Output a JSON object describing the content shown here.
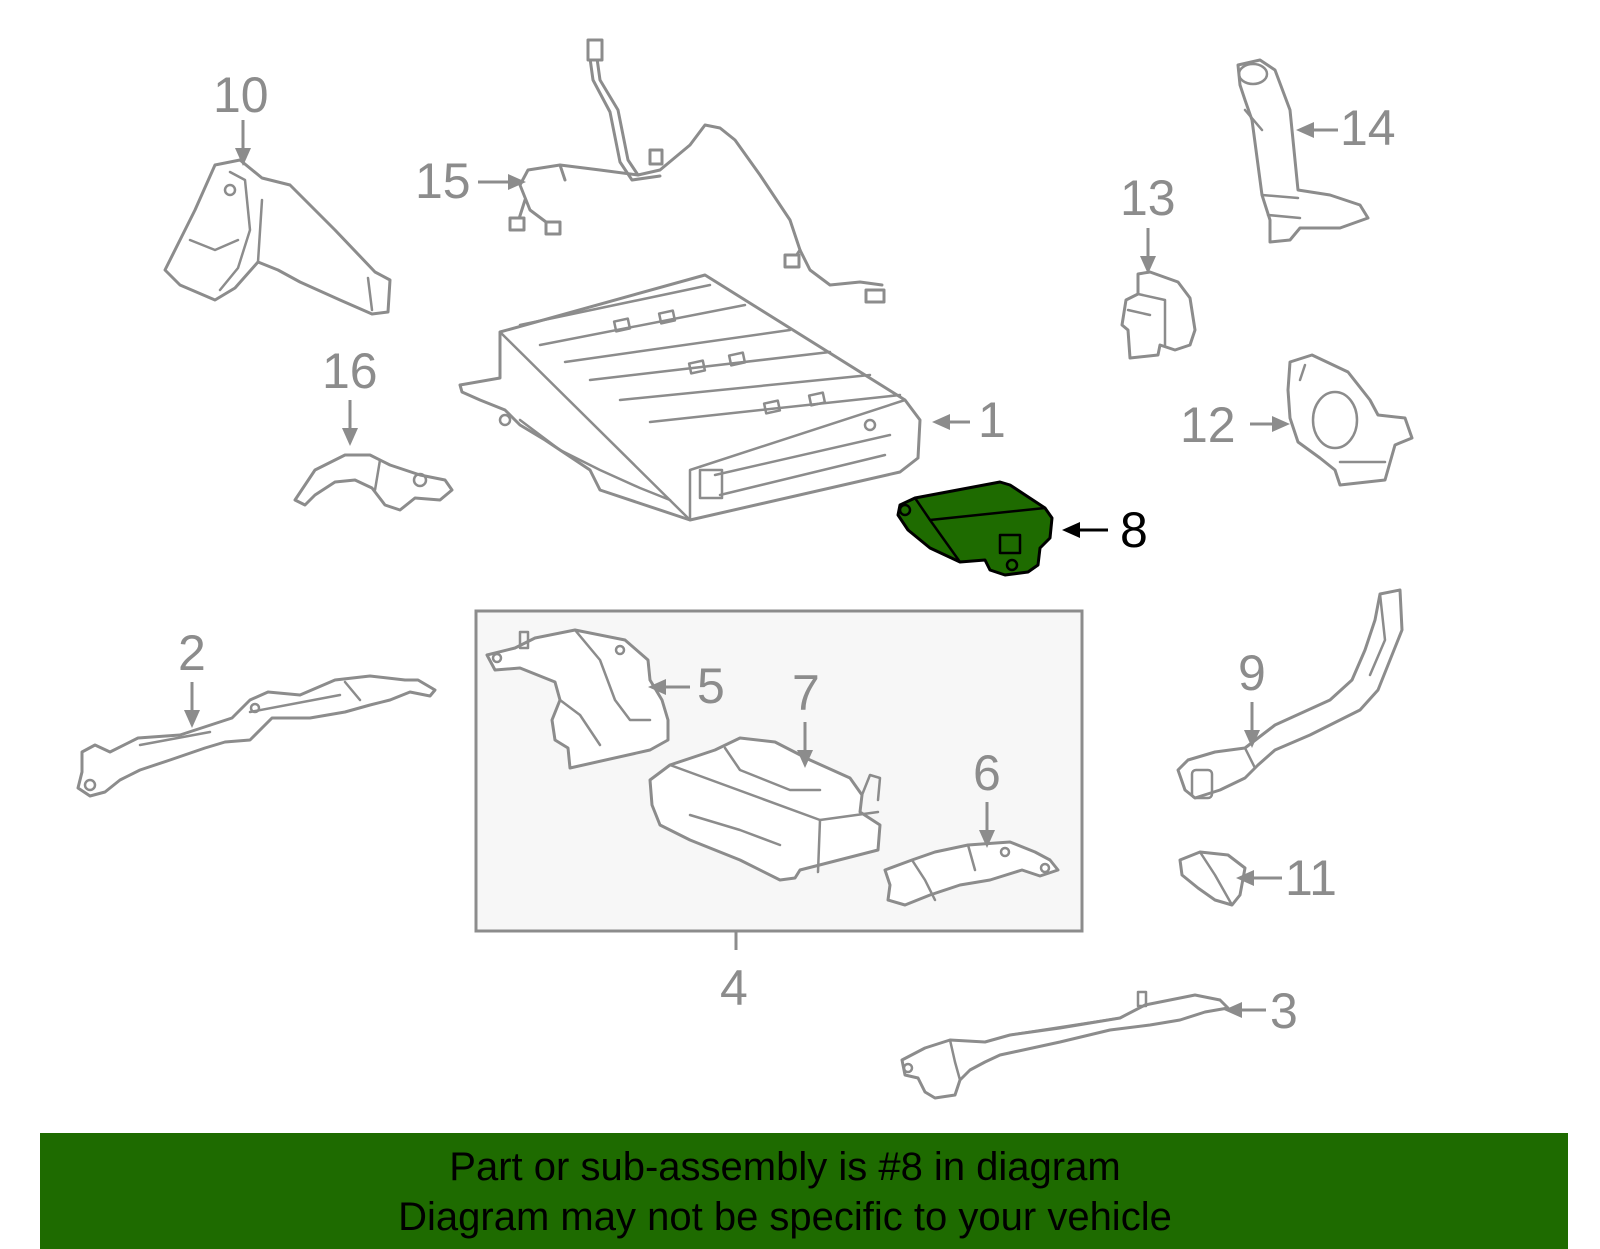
{
  "diagram": {
    "callouts": {
      "c1": "1",
      "c2": "2",
      "c3": "3",
      "c4": "4",
      "c5": "5",
      "c6": "6",
      "c7": "7",
      "c8": "8",
      "c9": "9",
      "c10": "10",
      "c11": "11",
      "c12": "12",
      "c13": "13",
      "c14": "14",
      "c15": "15",
      "c16": "16"
    },
    "highlighted_part": "8",
    "colors": {
      "highlight": "#1e6b00",
      "line_art": "#8c8c8c",
      "box_fill": "#f7f7f7"
    }
  },
  "banner": {
    "line1": "Part or sub-assembly is #8 in diagram",
    "line2": "Diagram may not be specific to your vehicle"
  }
}
